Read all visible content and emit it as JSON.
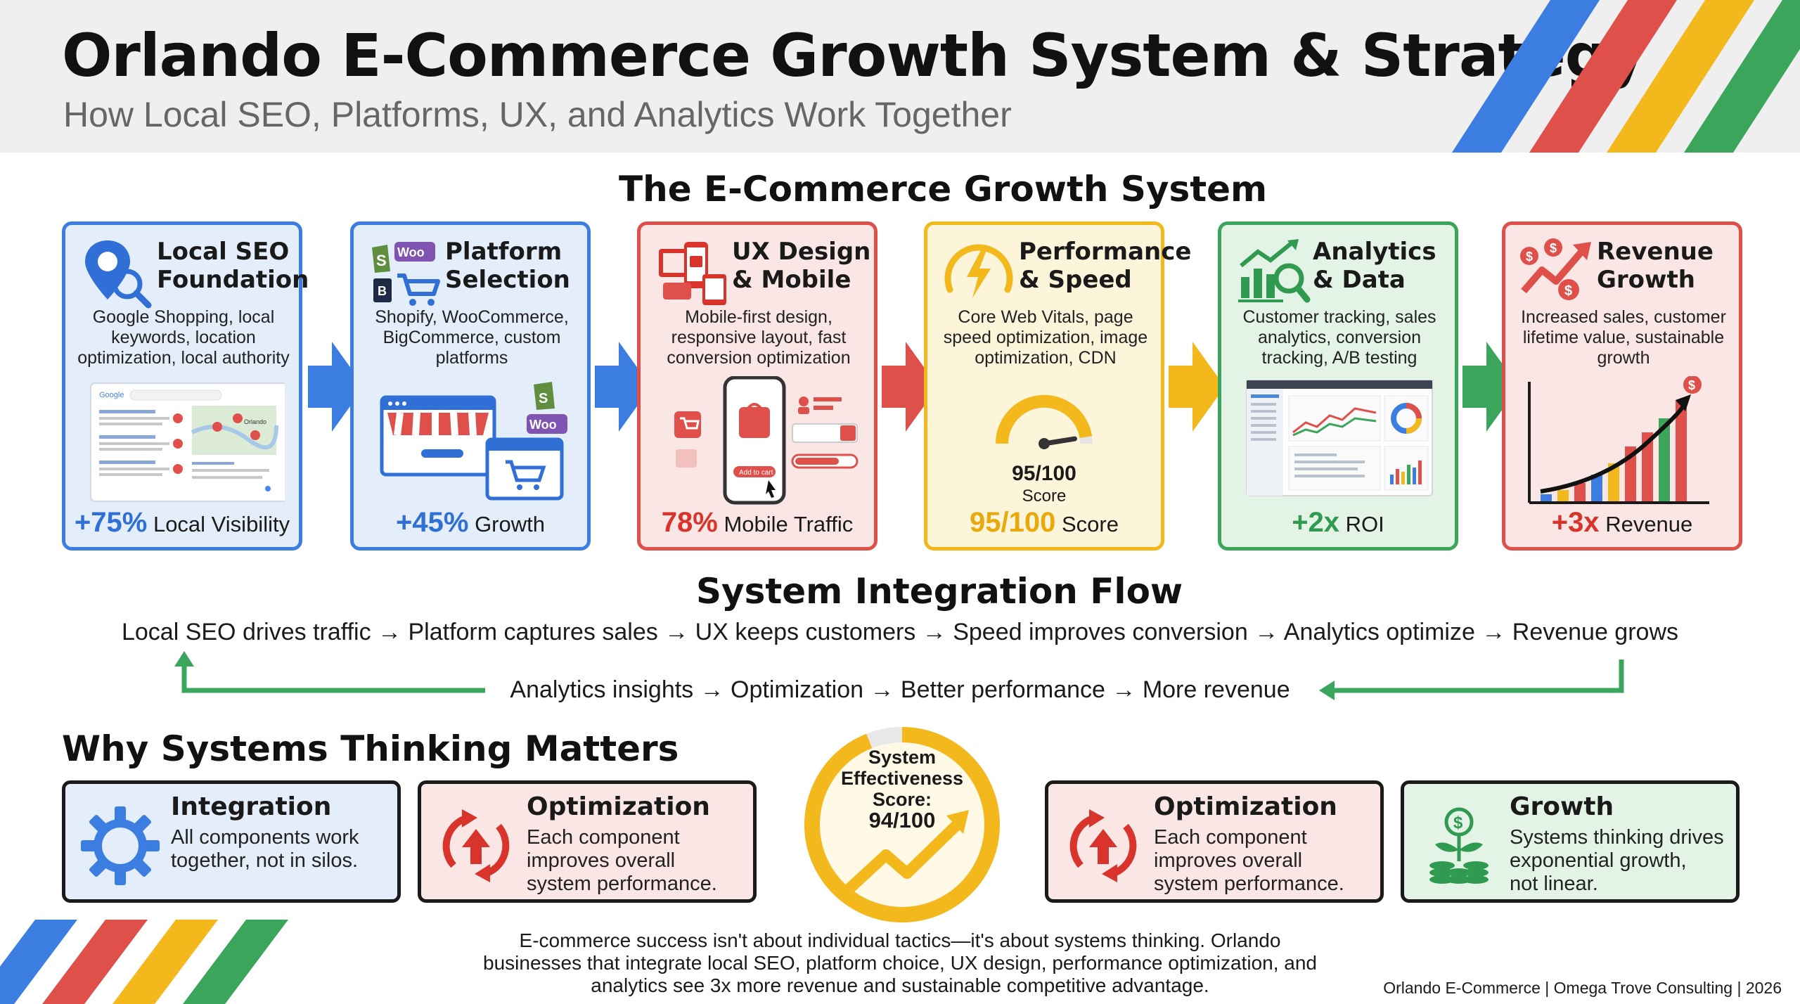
{
  "header": {
    "title": "Orlando E-Commerce Growth System & Strategy",
    "subtitle": "How Local SEO, Platforms, UX, and Analytics Work Together"
  },
  "growth_system": {
    "title": "The E-Commerce Growth System",
    "cards": [
      {
        "icon": "local-seo-search-pin-icon",
        "title_line1": "Local SEO",
        "title_line2": "Foundation",
        "description": "Google Shopping, local keywords, location optimization, local authority",
        "illustration_labels": [
          "Google",
          "Orlando"
        ],
        "metric_value": "+75%",
        "metric_label": "Local Visibility",
        "color": "#3b7de0"
      },
      {
        "icon": "shopify-woo-cart-icon",
        "title_line1": "Platform",
        "title_line2": "Selection",
        "description": "Shopify, WooCommerce, BigCommerce, custom platforms",
        "illustration_labels": [
          "Woo",
          "Woo"
        ],
        "metric_value": "+45%",
        "metric_label": "Growth",
        "color": "#3b7de0"
      },
      {
        "icon": "mobile-devices-icon",
        "title_line1": "UX Design",
        "title_line2": "& Mobile",
        "description": "Mobile-first design, responsive layout, fast conversion optimization",
        "illustration_labels": [
          "Add to cart"
        ],
        "metric_value": "78%",
        "metric_label": "Mobile Traffic",
        "color": "#e0504a"
      },
      {
        "icon": "speed-gauge-bolt-icon",
        "title_line1": "Performance",
        "title_line2": "& Speed",
        "description": "Core Web Vitals, page speed optimization, image optimization, CDN",
        "gauge_value": "95/100",
        "gauge_label": "Score",
        "gauge_fraction": 0.95,
        "metric_value": "95/100",
        "metric_label": "Score",
        "color": "#f2b81c"
      },
      {
        "icon": "analytics-chart-magnifier-icon",
        "title_line1": "Analytics",
        "title_line2": "& Data",
        "description": "Customer tracking, sales analytics, conversion tracking, A/B testing",
        "metric_value": "+2x",
        "metric_label": "ROI",
        "color": "#3ba55c"
      },
      {
        "icon": "revenue-growth-dollar-icon",
        "title_line1": "Revenue",
        "title_line2": "Growth",
        "description": "Increased sales, customer lifetime value, sustainable growth",
        "metric_value": "+3x",
        "metric_label": "Revenue",
        "color": "#e0504a"
      }
    ]
  },
  "integration_flow": {
    "title": "System Integration Flow",
    "main_flow": "Local SEO drives traffic → Platform captures sales → UX keeps customers → Speed improves conversion → Analytics optimize → Revenue grows",
    "feedback_loop": "Analytics insights → Optimization → Better performance → More revenue"
  },
  "why_systems": {
    "title": "Why Systems Thinking Matters",
    "boxes": [
      {
        "icon": "gear-icon",
        "title": "Integration",
        "lines": [
          "All components work",
          "together, not in silos."
        ]
      },
      {
        "icon": "cycle-arrows-icon",
        "title": "Optimization",
        "lines": [
          "Each component",
          "improves overall",
          "system performance."
        ]
      },
      {
        "icon": "cycle-arrows-icon",
        "title": "Optimization",
        "lines": [
          "Each component",
          "improves overall",
          "system performance."
        ]
      },
      {
        "icon": "money-plant-coins-icon",
        "title": "Growth",
        "lines": [
          "Systems thinking drives",
          "exponential growth,",
          "not linear."
        ]
      }
    ],
    "score": {
      "line1": "System",
      "line2": "Effectiveness",
      "line3": "Score:",
      "value": "94/100",
      "fraction": 0.94
    }
  },
  "footer": {
    "summary_line1": "E-commerce success isn't about individual tactics—it's about systems thinking. Orlando",
    "summary_line2": "businesses that integrate local SEO, platform choice, UX design, performance optimization, and",
    "summary_line3": "analytics see 3x more revenue and sustainable competitive advantage.",
    "credit": "Orlando E-Commerce | Omega Trove Consulting | 2026"
  },
  "colors": {
    "blue": "#3b7de0",
    "red": "#e0504a",
    "yellow": "#f2b81c",
    "green": "#3ba55c"
  }
}
